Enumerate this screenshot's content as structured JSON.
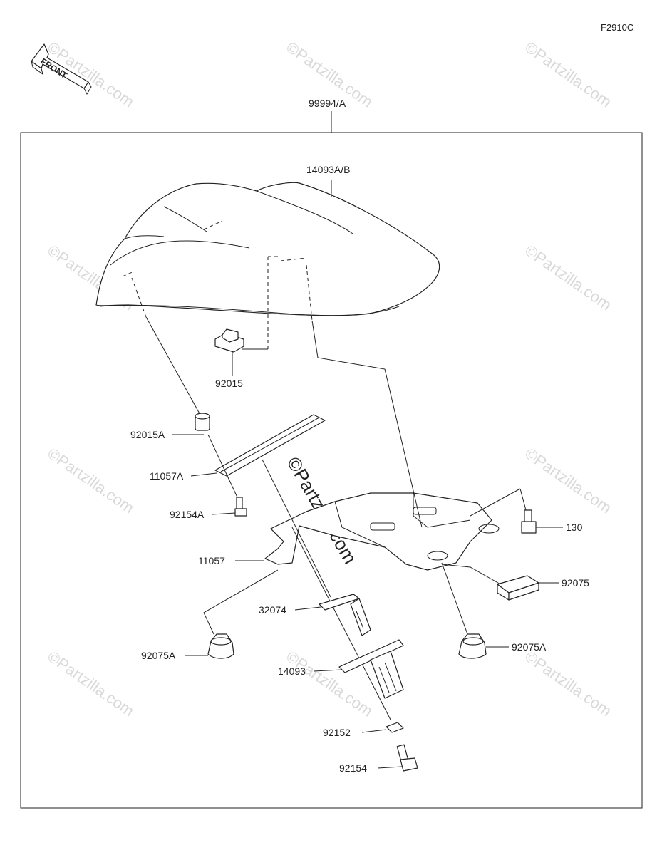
{
  "diagram": {
    "code": "F2910C",
    "front_label": "FRONT",
    "assembly_label": "99994/A",
    "watermark_small": "©Partzilla.com",
    "watermark_big": "©Partzilla.com",
    "labels": {
      "seat_cover": "14093A/B",
      "p92015": "92015",
      "p92015A": "92015A",
      "p11057A": "11057A",
      "p92154A": "92154A",
      "p11057": "11057",
      "p32074": "32074",
      "p92075A_left": "92075A",
      "p14093": "14093",
      "p92152": "92152",
      "p92154": "92154",
      "p130": "130",
      "p92075": "92075",
      "p92075A_right": "92075A"
    }
  }
}
